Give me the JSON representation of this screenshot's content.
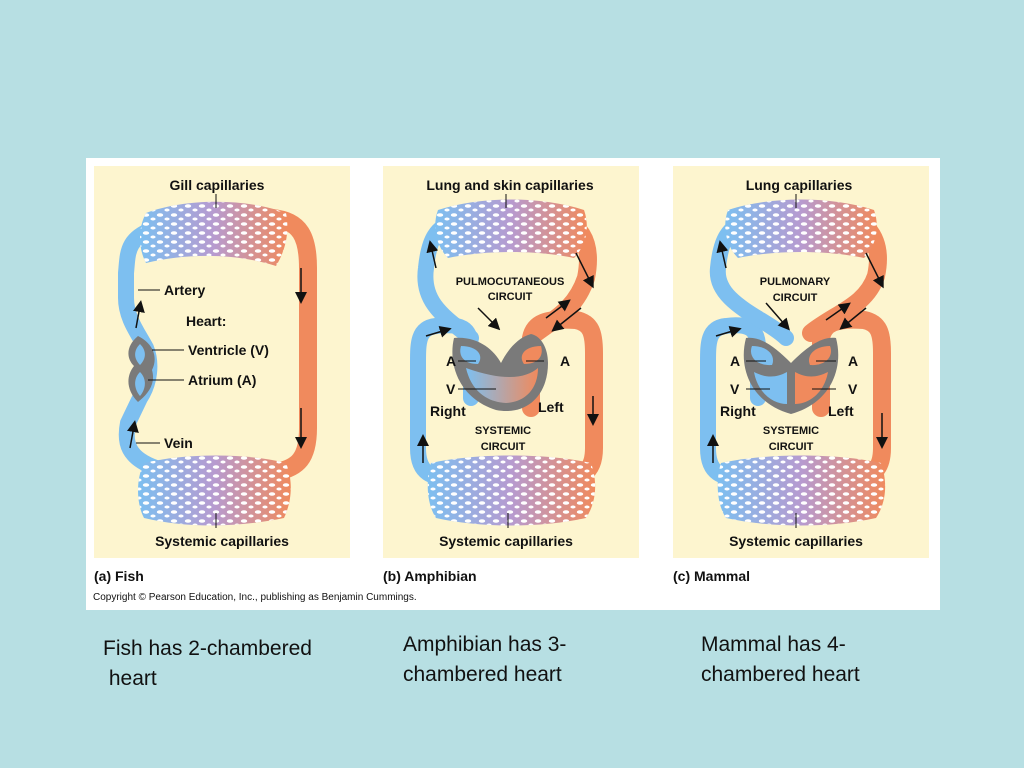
{
  "colors": {
    "slide_bg": "#b7dfe3",
    "panel_bg": "#fdf5cf",
    "oxygen_poor": "#7dbff0",
    "oxygen_rich": "#f08a5d",
    "capillary_mix": "#b79bd0",
    "heart_tissue": "#7a7a7a"
  },
  "panels": [
    {
      "caption": "(a) Fish",
      "top_label": "Gill capillaries",
      "bottom_label": "Systemic capillaries",
      "labels": {
        "artery": "Artery",
        "heart": "Heart:",
        "ventricle": "Ventricle (V)",
        "atrium": "Atrium (A)",
        "vein": "Vein"
      }
    },
    {
      "caption": "(b) Amphibian",
      "top_label": "Lung and skin capillaries",
      "bottom_label": "Systemic capillaries",
      "circuit_top_1": "PULMOCUTANEOUS",
      "circuit_top_2": "CIRCUIT",
      "circuit_bottom_1": "SYSTEMIC",
      "circuit_bottom_2": "CIRCUIT",
      "labels": {
        "a_left": "A",
        "a_right": "A",
        "v": "V",
        "right": "Right",
        "left": "Left"
      }
    },
    {
      "caption": "(c) Mammal",
      "top_label": "Lung capillaries",
      "bottom_label": "Systemic capillaries",
      "circuit_top_1": "PULMONARY",
      "circuit_top_2": "CIRCUIT",
      "circuit_bottom_1": "SYSTEMIC",
      "circuit_bottom_2": "CIRCUIT",
      "labels": {
        "a_left": "A",
        "a_right": "A",
        "v_left": "V",
        "v_right": "V",
        "right": "Right",
        "left": "Left"
      }
    }
  ],
  "copyright": "Copyright © Pearson Education, Inc., publishing as Benjamin Cummings.",
  "captions": [
    "Fish has 2-chambered\n heart",
    "Amphibian has 3-\nchambered heart",
    "Mammal has 4-\nchambered heart"
  ]
}
